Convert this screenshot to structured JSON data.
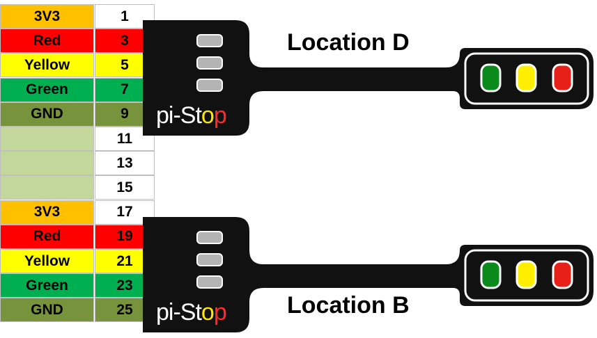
{
  "pins": [
    {
      "label": "3V3",
      "num": "1",
      "label_color": "#ffc000",
      "num_color": "#ffffff"
    },
    {
      "label": "Red",
      "num": "3",
      "label_color": "#ff0000",
      "num_color": "#ff0000"
    },
    {
      "label": "Yellow",
      "num": "5",
      "label_color": "#ffff00",
      "num_color": "#ffff00"
    },
    {
      "label": "Green",
      "num": "7",
      "label_color": "#00b050",
      "num_color": "#00b050"
    },
    {
      "label": "GND",
      "num": "9",
      "label_color": "#77933c",
      "num_color": "#77933c"
    },
    {
      "label": "",
      "num": "11",
      "label_color": "#c4d79b",
      "num_color": "#ffffff"
    },
    {
      "label": "",
      "num": "13",
      "label_color": "#c4d79b",
      "num_color": "#ffffff"
    },
    {
      "label": "",
      "num": "15",
      "label_color": "#c4d79b",
      "num_color": "#ffffff"
    },
    {
      "label": "3V3",
      "num": "17",
      "label_color": "#ffc000",
      "num_color": "#ffffff"
    },
    {
      "label": "Red",
      "num": "19",
      "label_color": "#ff0000",
      "num_color": "#ff0000"
    },
    {
      "label": "Yellow",
      "num": "21",
      "label_color": "#ffff00",
      "num_color": "#ffff00"
    },
    {
      "label": "Green",
      "num": "23",
      "label_color": "#00b050",
      "num_color": "#00b050"
    },
    {
      "label": "GND",
      "num": "25",
      "label_color": "#77933c",
      "num_color": "#77933c"
    }
  ],
  "boards": [
    {
      "brand_prefix": "pi-St",
      "brand_o": "o",
      "brand_p": "p",
      "location": "Location D"
    },
    {
      "brand_prefix": "pi-St",
      "brand_o": "o",
      "brand_p": "p",
      "location": "Location B"
    }
  ],
  "colors": {
    "board": "#111111",
    "pad": "#b4b4b4",
    "led_green": "#0a8a1a",
    "led_yellow": "#ffee00",
    "led_red": "#e8201a"
  }
}
